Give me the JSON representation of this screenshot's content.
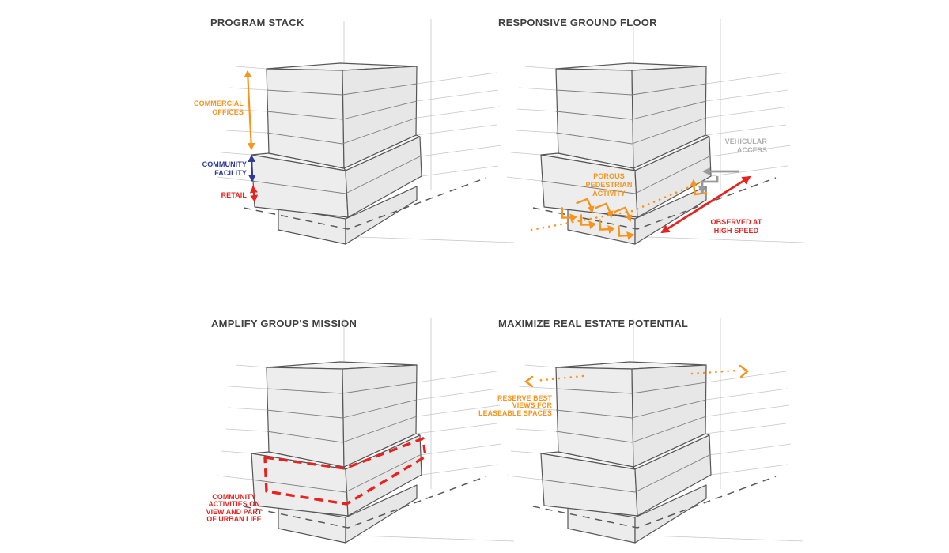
{
  "figure": {
    "kind": "architectural concept diagram",
    "panel_count": 4
  },
  "panels": [
    {
      "id": "program-stack",
      "title": "PROGRAM STACK",
      "labels": {
        "commercial": {
          "text": "COMMERCIAL\nOFFICES",
          "color": "#f7941d"
        },
        "community": {
          "text": "COMMUNITY\nFACILITY",
          "color": "#2e3a93"
        },
        "retail": {
          "text": "RETAIL",
          "color": "#e8221f"
        }
      }
    },
    {
      "id": "responsive-ground-floor",
      "title": "RESPONSIVE GROUND FLOOR",
      "labels": {
        "vehicular": {
          "text": "VEHICULAR\nACCESS",
          "color": "#aeaeae"
        },
        "porous": {
          "text": "POROUS\nPEDESTRIAN\nACTIVITY",
          "color": "#f7941d"
        },
        "observed": {
          "text": "OBSERVED AT\nHIGH SPEED",
          "color": "#e8221f"
        }
      }
    },
    {
      "id": "amplify-groups-mission",
      "title": "AMPLIFY GROUP'S MISSION",
      "labels": {
        "community_activities": {
          "text": "COMMUNITY\nACTIVITIES ON\nVIEW AND PART\nOF URBAN LIFE",
          "color": "#e8221f"
        }
      }
    },
    {
      "id": "maximize-real-estate-potential",
      "title": "MAXIMIZE REAL ESTATE POTENTIAL",
      "labels": {
        "reserve": {
          "text": "RESERVE BEST\nVIEWS FOR\nLEASEABLE SPACES",
          "color": "#f7941d"
        }
      }
    }
  ],
  "colors": {
    "orange": "#f7941d",
    "blue": "#2e3a93",
    "red": "#e8221f",
    "gray_label": "#aeaeae",
    "vehicle_gray": "#9a9a9a",
    "sketch_line": "#565656",
    "construction_line": "#c6c6c6",
    "building_fill": "#ececec",
    "background": "#ffffff"
  }
}
